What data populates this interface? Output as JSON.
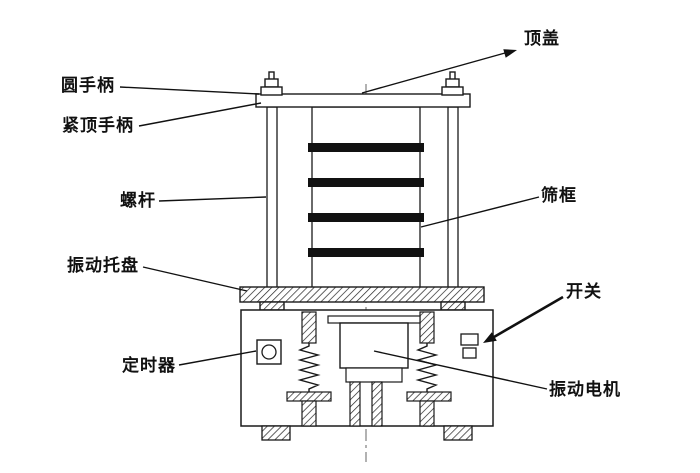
{
  "diagram": {
    "subject_labels": {
      "top_cover": "顶盖",
      "round_handle": "圆手柄",
      "tightening_handle": "紧顶手柄",
      "screw_rod": "螺杆",
      "vibrating_tray": "振动托盘",
      "sieve_frame": "筛框",
      "switch": "开关",
      "timer": "定时器",
      "vibration_motor": "振动电机"
    },
    "colors": {
      "line": "#1a1a1a",
      "fill_bar": "#111111",
      "background": "#ffffff",
      "centerline": "#666666"
    }
  }
}
